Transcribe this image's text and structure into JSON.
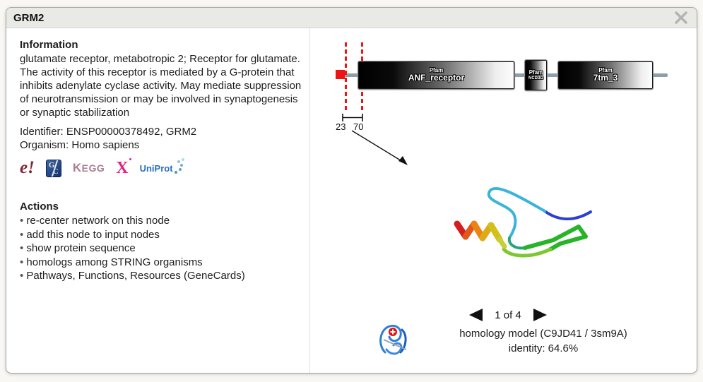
{
  "dialog": {
    "title": "GRM2"
  },
  "info": {
    "heading": "Information",
    "description": "glutamate receptor, metabotropic 2; Receptor for glutamate. The activity of this receptor is mediated by a G-protein that inhibits adenylate cyclase activity. May mediate suppression of neurotransmission or may be involved in synaptogenesis or synaptic stabilization",
    "identifier_line": "Identifier: ENSP00000378492, GRM2",
    "organism_line": "Organism: Homo sapiens"
  },
  "external_links": {
    "ensembl_glyph": "e!",
    "genecards_g": "G",
    "genecards_c": "C",
    "kegg_k": "K",
    "kegg_rest": "EGG",
    "nextprot_glyph": "X",
    "uniprot_glyph": "UniProt"
  },
  "actions": {
    "heading": "Actions",
    "items": [
      "re-center network on this node",
      "add this node to input nodes",
      "show protein sequence",
      "homologs among STRING organisms",
      "Pathways, Functions, Resources (GeneCards)"
    ]
  },
  "domain_diagram": {
    "domains": [
      {
        "db": "Pfam",
        "name": "ANF_receptor"
      },
      {
        "db": "Pfam",
        "name": "NCD3G"
      },
      {
        "db": "Pfam",
        "name": "7tm_3"
      }
    ],
    "highlight_range": {
      "start": "23",
      "end": "70"
    }
  },
  "structure_viewer": {
    "pager_label": "1 of 4",
    "caption_line1": "homology model (C9JD41 / 3sm9A)",
    "caption_line2": "identity: 64.6%"
  },
  "colors": {
    "accent_red": "#ee1414",
    "backbone": "#8d9eab",
    "header_bg": "#e9e9e6"
  }
}
